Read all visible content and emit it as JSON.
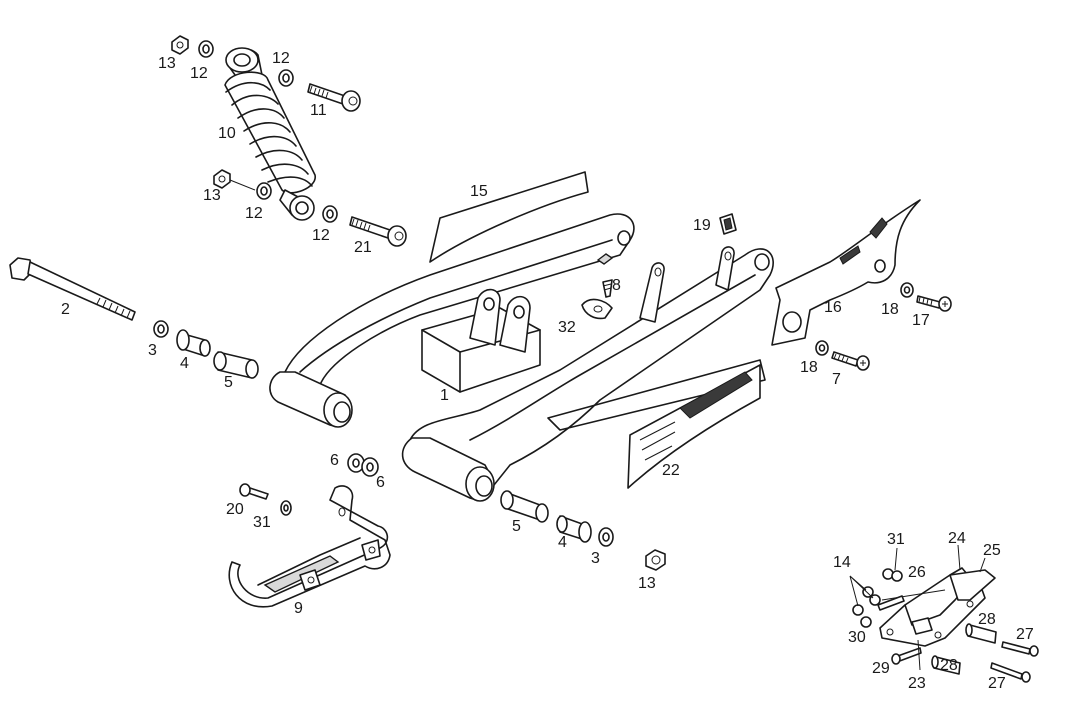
{
  "diagram": {
    "colors": {
      "line": "#1a1a1a",
      "fill": "#ffffff",
      "shade": "#d9d9d9",
      "dark": "#3a3a3a"
    },
    "callouts": [
      {
        "id": "c13a",
        "text": "13"
      },
      {
        "id": "c12a",
        "text": "12"
      },
      {
        "id": "c12b",
        "text": "12"
      },
      {
        "id": "c11",
        "text": "11"
      },
      {
        "id": "c10",
        "text": "10"
      },
      {
        "id": "c13b",
        "text": "13"
      },
      {
        "id": "c12c",
        "text": "12"
      },
      {
        "id": "c12d",
        "text": "12"
      },
      {
        "id": "c21",
        "text": "21"
      },
      {
        "id": "c15",
        "text": "15"
      },
      {
        "id": "c19",
        "text": "19"
      },
      {
        "id": "c8",
        "text": "8"
      },
      {
        "id": "c32",
        "text": "32"
      },
      {
        "id": "c16",
        "text": "16"
      },
      {
        "id": "c18a",
        "text": "18"
      },
      {
        "id": "c17",
        "text": "17"
      },
      {
        "id": "c18b",
        "text": "18"
      },
      {
        "id": "c7",
        "text": "7"
      },
      {
        "id": "c2",
        "text": "2"
      },
      {
        "id": "c3a",
        "text": "3"
      },
      {
        "id": "c4a",
        "text": "4"
      },
      {
        "id": "c5a",
        "text": "5"
      },
      {
        "id": "c1",
        "text": "1"
      },
      {
        "id": "c6a",
        "text": "6"
      },
      {
        "id": "c6b",
        "text": "6"
      },
      {
        "id": "c22",
        "text": "22"
      },
      {
        "id": "c20",
        "text": "20"
      },
      {
        "id": "c31a",
        "text": "31"
      },
      {
        "id": "c9",
        "text": "9"
      },
      {
        "id": "c5b",
        "text": "5"
      },
      {
        "id": "c4b",
        "text": "4"
      },
      {
        "id": "c3b",
        "text": "3"
      },
      {
        "id": "c13c",
        "text": "13"
      },
      {
        "id": "c31b",
        "text": "31"
      },
      {
        "id": "c24",
        "text": "24"
      },
      {
        "id": "c25",
        "text": "25"
      },
      {
        "id": "c14",
        "text": "14"
      },
      {
        "id": "c26",
        "text": "26"
      },
      {
        "id": "c28a",
        "text": "28"
      },
      {
        "id": "c27a",
        "text": "27"
      },
      {
        "id": "c30",
        "text": "30"
      },
      {
        "id": "c29",
        "text": "29"
      },
      {
        "id": "c28b",
        "text": "28"
      },
      {
        "id": "c23",
        "text": "23"
      },
      {
        "id": "c27b",
        "text": "27"
      }
    ]
  }
}
